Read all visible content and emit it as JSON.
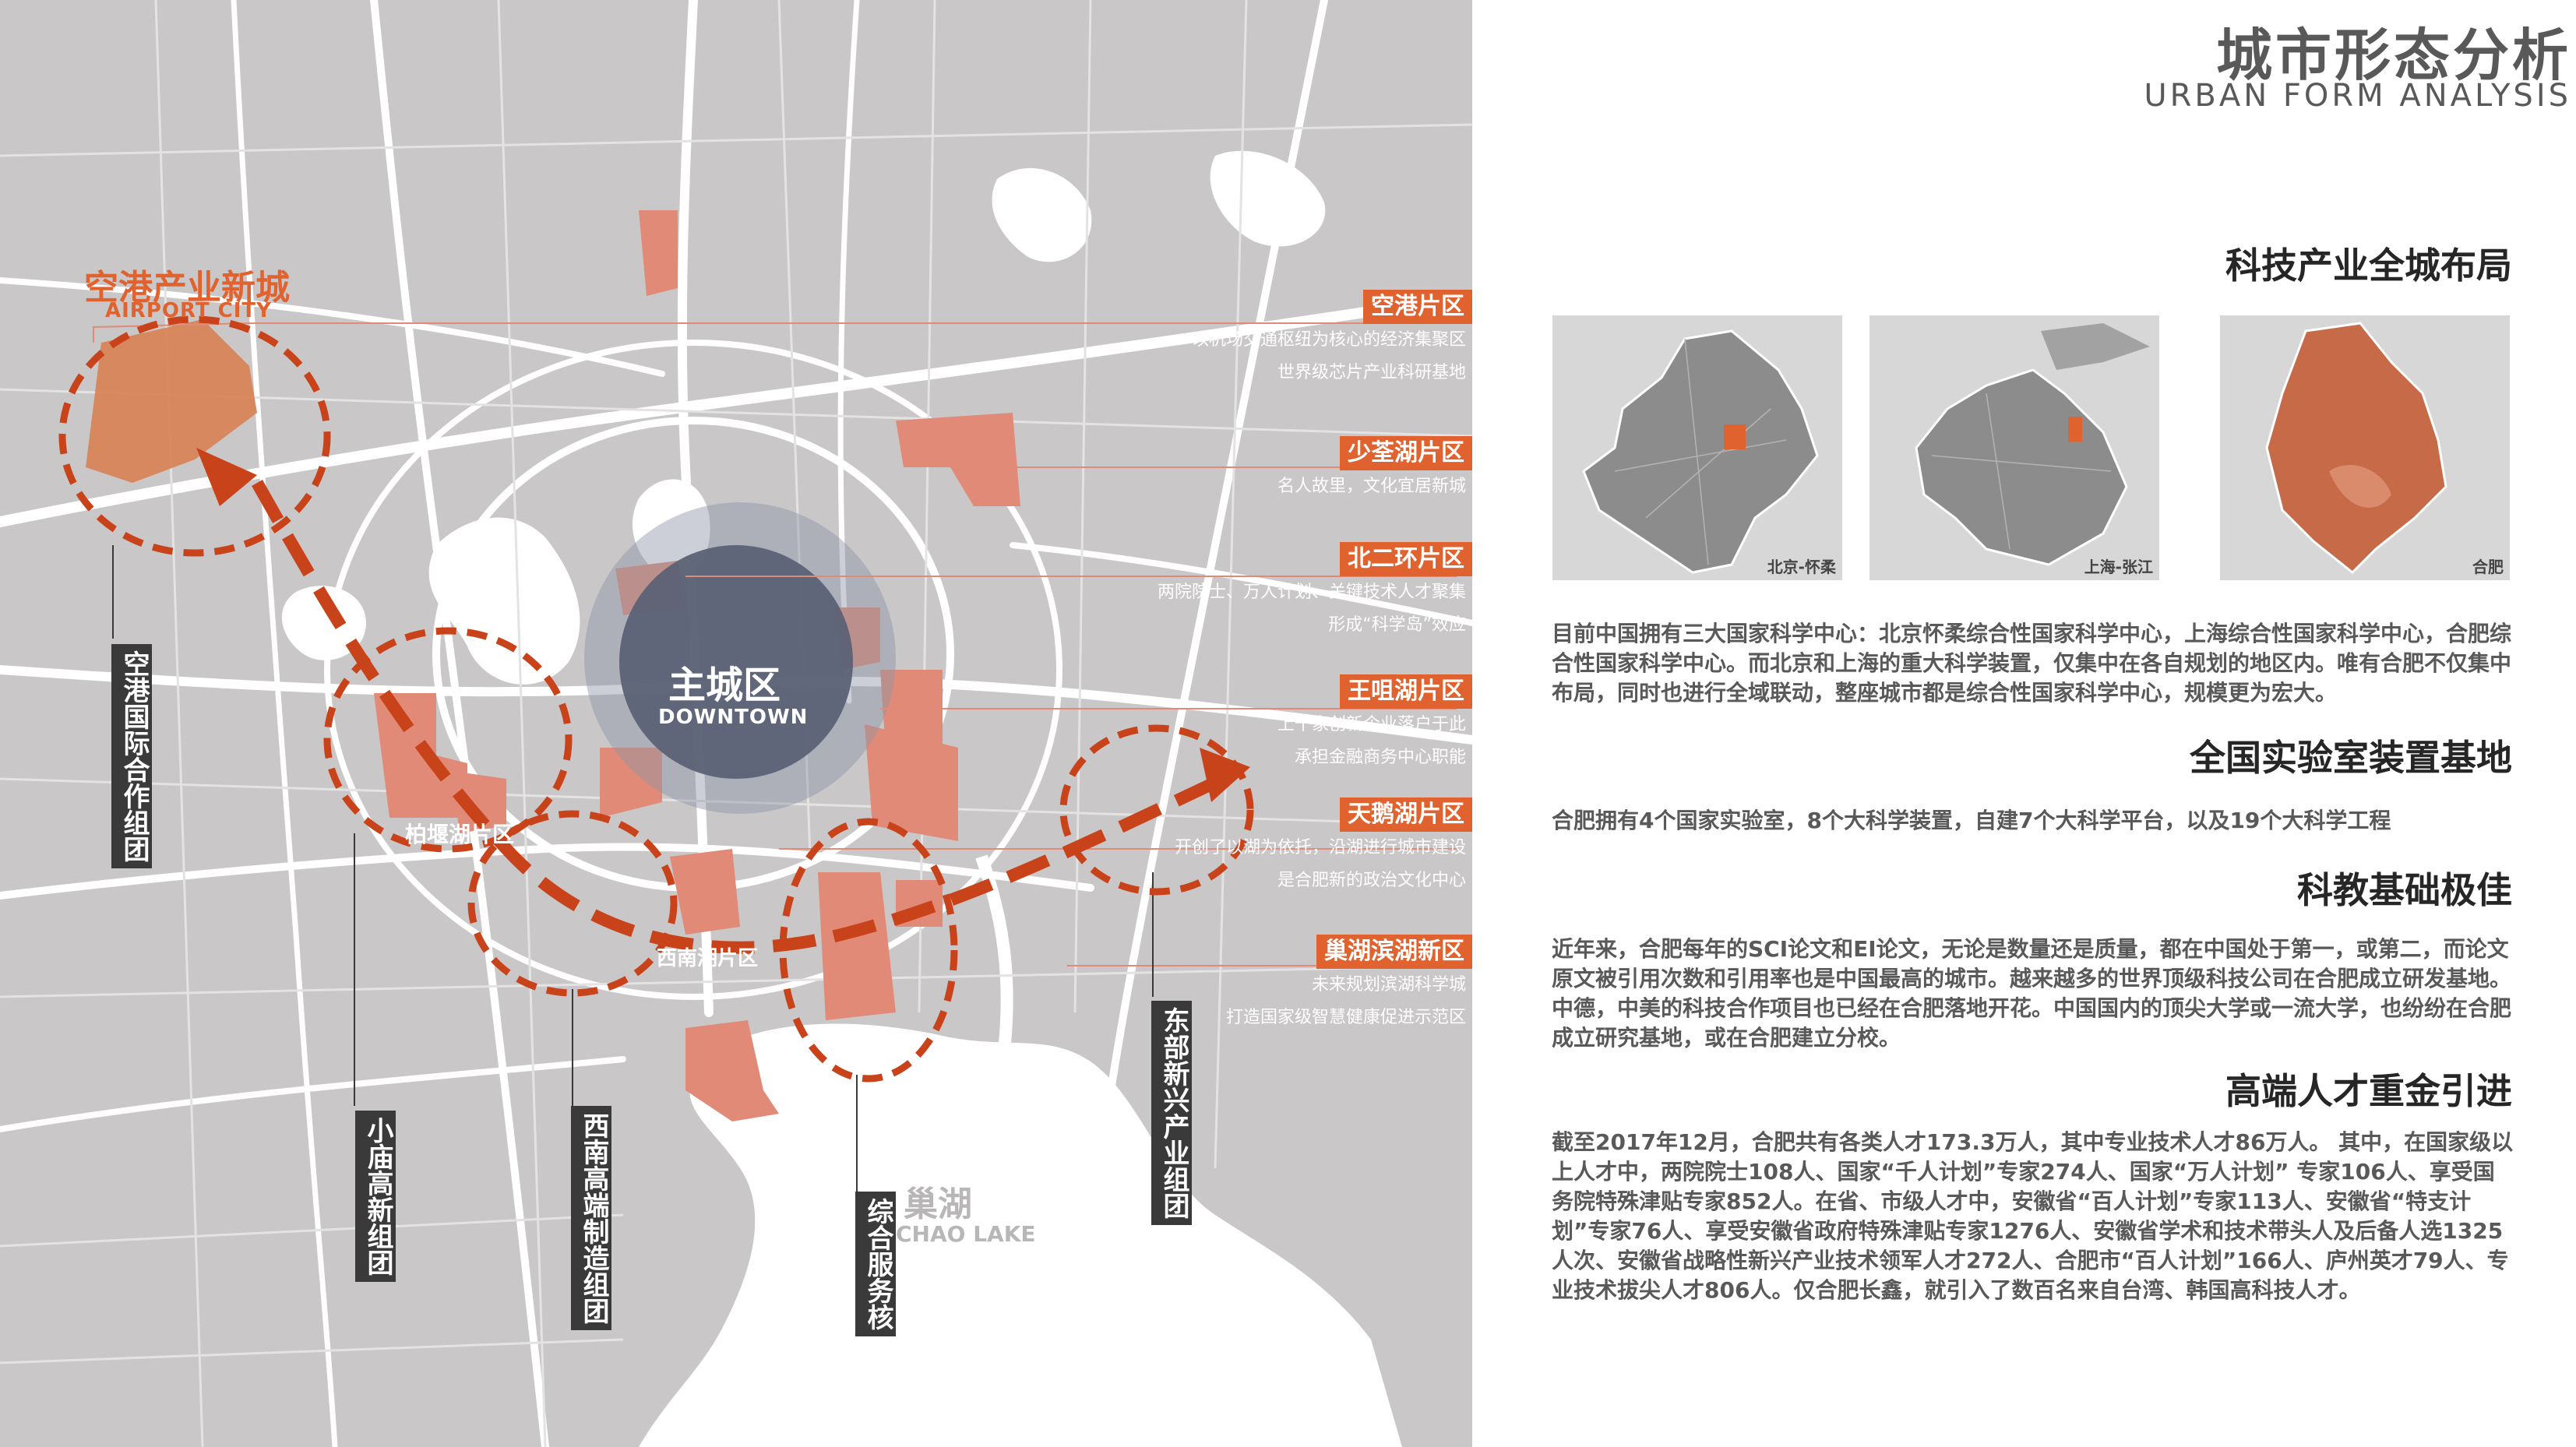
{
  "map": {
    "title_cn": "空港产业新城",
    "title_en": "AIRPORT CITY",
    "center_cn": "主城区",
    "center_en": "DOWNTOWN",
    "lake_cn": "巢湖",
    "lake_en": "CHAO LAKE",
    "area_bolin": "柏堰湖片区",
    "area_xinan": "西南湖片区",
    "districts": [
      {
        "tag": "空港片区",
        "lines": [
          "以机场交通枢纽为核心的经济集聚区",
          "世界级芯片产业科研基地"
        ]
      },
      {
        "tag": "少荃湖片区",
        "lines": [
          "名人故里，文化宜居新城"
        ]
      },
      {
        "tag": "北二环片区",
        "lines": [
          "两院院士、万人计划、关键技术人才聚集",
          "形成“科学岛”效应"
        ]
      },
      {
        "tag": "王咀湖片区",
        "lines": [
          "上千家创新企业落户于此",
          "承担金融商务中心职能"
        ]
      },
      {
        "tag": "天鹅湖片区",
        "lines": [
          "开创了以湖为依托，沿湖进行城市建设",
          "是合肥新的政治文化中心"
        ]
      },
      {
        "tag": "巢湖滨湖新区",
        "lines": [
          "未来规划滨湖科学城",
          "打造国家级智慧健康促进示范区"
        ]
      }
    ],
    "clusters": {
      "airport_intl": "空港国际合作组团",
      "xiaomiao": "小庙高新组团",
      "southwest": "西南高端制造组团",
      "service_core": "综合服务核",
      "east": "东部新兴产业组团"
    },
    "colors": {
      "accent": "#e0632f",
      "block": "#e08a77",
      "base": "#c9c7c8",
      "road": "#ffffff",
      "water": "#ffffff",
      "center": "#5b6275"
    }
  },
  "header": {
    "title_cn": "城市形态分析",
    "title_en": "URBAN FORM ANALYSIS"
  },
  "sections": [
    {
      "heading": "科技产业全城布局",
      "thumbs": [
        "北京-怀柔",
        "上海-张江",
        "合肥"
      ],
      "body": "目前中国拥有三大国家科学中心：北京怀柔综合性国家科学中心，上海综合性国家科学中心，合肥综合性国家科学中心。而北京和上海的重大科学装置，仅集中在各自规划的地区内。唯有合肥不仅集中布局，同时也进行全域联动，整座城市都是综合性国家科学中心，规模更为宏大。"
    },
    {
      "heading": "全国实验室装置基地",
      "body": "合肥拥有4个国家实验室，8个大科学装置，自建7个大科学平台，以及19个大科学工程"
    },
    {
      "heading": "科教基础极佳",
      "body": "近年来，合肥每年的SCI论文和EI论文，无论是数量还是质量，都在中国处于第一，或第二，而论文原文被引用次数和引用率也是中国最高的城市。越来越多的世界顶级科技公司在合肥成立研发基地。中德，中美的科技合作项目也已经在合肥落地开花。中国国内的顶尖大学或一流大学，也纷纷在合肥成立研究基地，或在合肥建立分校。"
    },
    {
      "heading": "高端人才重金引进",
      "body": "截至2017年12月，合肥共有各类人才173.3万人，其中专业技术人才86万人。 其中，在国家级以上人才中，两院院士108人、国家“千人计划”专家274人、国家“万人计划” 专家106人、享受国务院特殊津贴专家852人。在省、市级人才中，安徽省“百人计划”专家113人、安徽省“特支计划”专家76人、享受安徽省政府特殊津贴专家1276人、安徽省学术和技术带头人及后备人选1325人次、安徽省战略性新兴产业技术领军人才272人、合肥市“百人计划”166人、庐州英才79人、专业技术拔尖人才806人。仅合肥长鑫，就引入了数百名来自台湾、韩国高科技人才。"
    }
  ]
}
